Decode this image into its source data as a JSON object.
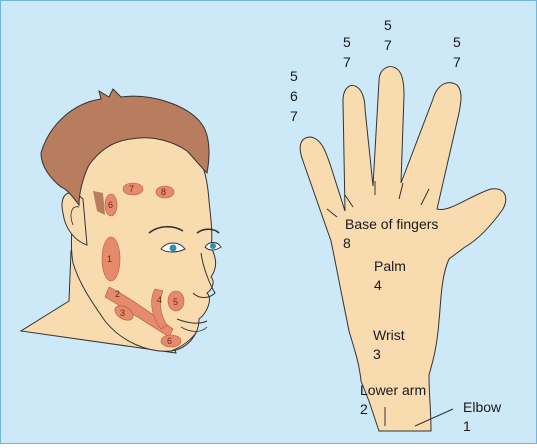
{
  "colors": {
    "background": "#cde8f6",
    "border": "#6fb6dc",
    "skin": "#f8dcb0",
    "hair": "#b87c5e",
    "zone": "#e58a6c"
  },
  "face_zones": [
    {
      "id": "1"
    },
    {
      "id": "2"
    },
    {
      "id": "3"
    },
    {
      "id": "4"
    },
    {
      "id": "5"
    },
    {
      "id": "6"
    },
    {
      "id": "6"
    },
    {
      "id": "7"
    },
    {
      "id": "8"
    }
  ],
  "hand_labels": {
    "pinky": [
      "5",
      "6",
      "7"
    ],
    "ring": [
      "5",
      "7"
    ],
    "middle": [
      "5",
      "7"
    ],
    "index": [
      "5",
      "7"
    ],
    "base_of_fingers": {
      "label": "Base of fingers",
      "number": "8"
    },
    "palm": {
      "label": "Palm",
      "number": "4"
    },
    "wrist": {
      "label": "Wrist",
      "number": "3"
    },
    "lower_arm": {
      "label": "Lower arm",
      "number": "2"
    },
    "elbow": {
      "label": "Elbow",
      "number": "1"
    }
  }
}
